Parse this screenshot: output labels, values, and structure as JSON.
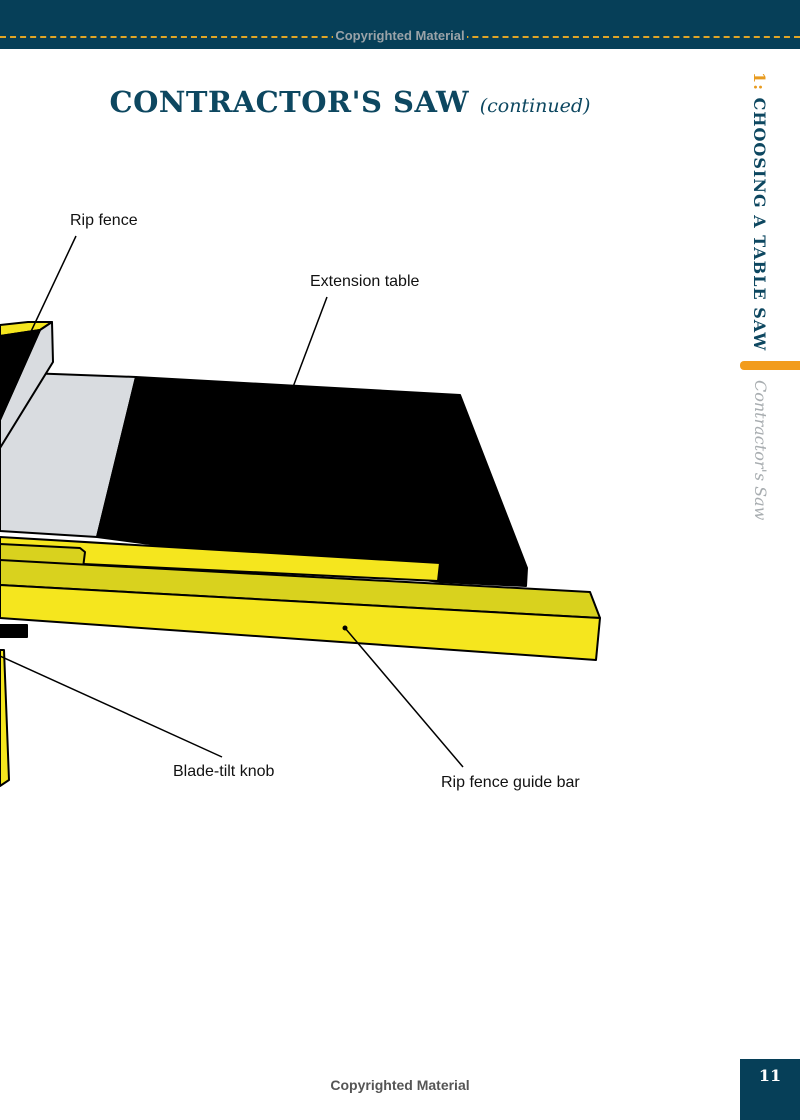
{
  "header": {
    "watermark": "Copyrighted Material"
  },
  "page": {
    "title": "CONTRACTOR'S SAW",
    "title_suffix": "(continued)",
    "chapter_number": "1:",
    "chapter_title": "CHOOSING A TABLE SAW",
    "section": "Contractor's Saw",
    "page_number": "11"
  },
  "figure": {
    "labels": {
      "rip_fence": "Rip fence",
      "extension_table": "Extension table",
      "blade_tilt_knob": "Blade-tilt knob",
      "rip_fence_guide_bar": "Rip fence guide bar"
    },
    "colors": {
      "yellow": "#f5e61e",
      "yellow_dark": "#d9d21e",
      "gray": "#d9dce0",
      "black": "#000000"
    }
  },
  "footer": {
    "watermark": "Copyrighted Material"
  }
}
